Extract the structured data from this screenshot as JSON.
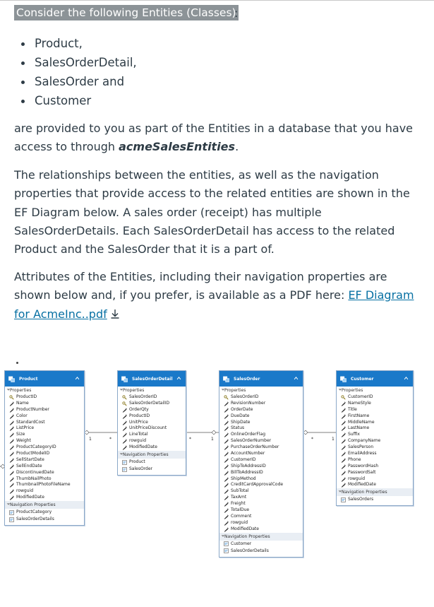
{
  "heading": "Consider the following Entities (Classes)",
  "heading_tail": ":",
  "entity_list": [
    "Product,",
    "SalesOrderDetail,",
    "SalesOrder and",
    "Customer"
  ],
  "para1": {
    "text": "are provided to you as part of the Entities in a database that you have access to through ",
    "emphasis": "acmeSalesEntities",
    "end": "."
  },
  "para2": "The relationships between the entities, as well as the navigation properties that provide access to the related entities are shown in the EF Diagram below. A sales order (receipt) has multiple SalesOrderDetails. Each SalesOrderDetail has access to the related Product and the SalesOrder that it is a part of.",
  "para3": {
    "text": "Attributes of the Entities, including their navigation properties are shown below and, if you prefer, is available as a PDF here: ",
    "link": "EF Diagram for AcmeInc..pdf"
  },
  "diagram": {
    "entities": [
      {
        "name": "Product",
        "properties_label": "Properties",
        "properties": [
          "ProductID",
          "Name",
          "ProductNumber",
          "Color",
          "StandardCost",
          "ListPrice",
          "Size",
          "Weight",
          "ProductCategoryID",
          "ProductModelID",
          "SellStartDate",
          "SellEndDate",
          "DiscontinuedDate",
          "ThumbNailPhoto",
          "ThumbnailPhotoFileName",
          "rowguid",
          "ModifiedDate"
        ],
        "nav_label": "Navigation Properties",
        "navigation": [
          "ProductCategory",
          "SalesOrderDetails"
        ]
      },
      {
        "name": "SalesOrderDetail",
        "properties_label": "Properties",
        "properties": [
          "SalesOrderID",
          "SalesOrderDetailID",
          "OrderQty",
          "ProductID",
          "UnitPrice",
          "UnitPriceDiscount",
          "LineTotal",
          "rowguid",
          "ModifiedDate"
        ],
        "nav_label": "Navigation Properties",
        "navigation": [
          "Product",
          "SalesOrder"
        ]
      },
      {
        "name": "SalesOrder",
        "properties_label": "Properties",
        "properties": [
          "SalesOrderID",
          "RevisionNumber",
          "OrderDate",
          "DueDate",
          "ShipDate",
          "Status",
          "OnlineOrderFlag",
          "SalesOrderNumber",
          "PurchaseOrderNumber",
          "AccountNumber",
          "CustomerID",
          "ShipToAddressID",
          "BillToAddressID",
          "ShipMethod",
          "CreditCardApprovalCode",
          "SubTotal",
          "TaxAmt",
          "Freight",
          "TotalDue",
          "Comment",
          "rowguid",
          "ModifiedDate"
        ],
        "nav_label": "Navigation Properties",
        "navigation": [
          "Customer",
          "SalesOrderDetails"
        ]
      },
      {
        "name": "Customer",
        "properties_label": "Properties",
        "properties": [
          "CustomerID",
          "NameStyle",
          "Title",
          "FirstName",
          "MiddleName",
          "LastName",
          "Suffix",
          "CompanyName",
          "SalesPerson",
          "EmailAddress",
          "Phone",
          "PasswordHash",
          "PasswordSalt",
          "rowguid",
          "ModifiedDate"
        ],
        "nav_label": "Navigation Properties",
        "navigation": [
          "SalesOrders"
        ]
      }
    ],
    "multiplicity": {
      "one": "1",
      "many": "*"
    },
    "colors": {
      "header": "#1a79c9",
      "border": "#8ba8c8",
      "link": "#0770a3",
      "heading_bg": "#8c9397"
    }
  }
}
